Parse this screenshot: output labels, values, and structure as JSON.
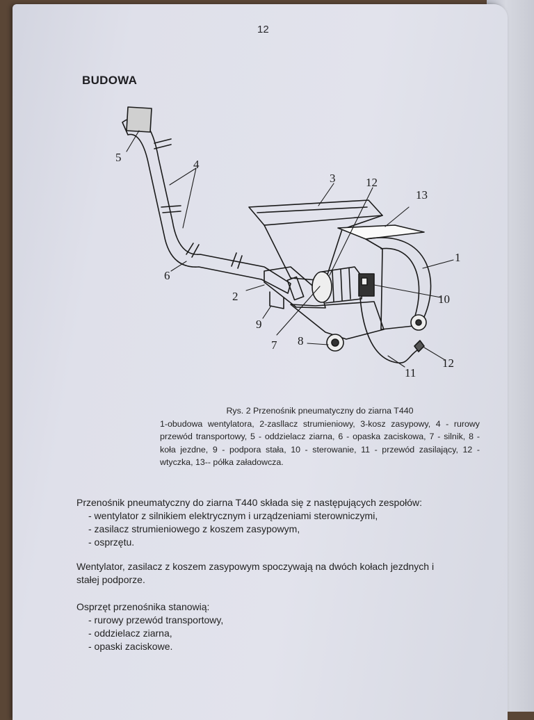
{
  "page_number": "12",
  "heading": "BUDOWA",
  "figure": {
    "callouts": [
      "5",
      "4",
      "3",
      "12",
      "13",
      "1",
      "6",
      "2",
      "10",
      "9",
      "7",
      "8",
      "12",
      "11"
    ],
    "caption_title": "Rys. 2 Przenośnik pneumatyczny do ziarna T440",
    "caption_body": "1-obudowa wentylatora, 2-zasllacz strumieniowy, 3-kosz zasypowy, 4 - rurowy przewód transportowy, 5 - oddzielacz ziarna, 6 - opaska zaciskowa, 7 - silnik, 8 - koła jezdne, 9 - podpora stała, 10 - sterowanie, 11 - przewód zasilający, 12 - wtyczka, 13-- półka załadowcza."
  },
  "paragraph1": {
    "intro": "Przenośnik pneumatyczny do ziarna T440  składa się z następujących zespołów:",
    "items": [
      "- wentylator z silnikiem elektrycznym i urządzeniami sterowniczymi,",
      "- zasilacz strumieniowego z koszem zasypowym,",
      "- osprzętu."
    ]
  },
  "paragraph2": "Wentylator, zasilacz z koszem zasypowym spoczywają na dwóch kołach jezdnych i stałej podporze.",
  "paragraph3": {
    "intro": "Osprzęt przenośnika stanowią:",
    "items": [
      "- rurowy przewód transportowy,",
      "- oddzielacz ziarna,",
      "- opaski zaciskowe."
    ]
  }
}
